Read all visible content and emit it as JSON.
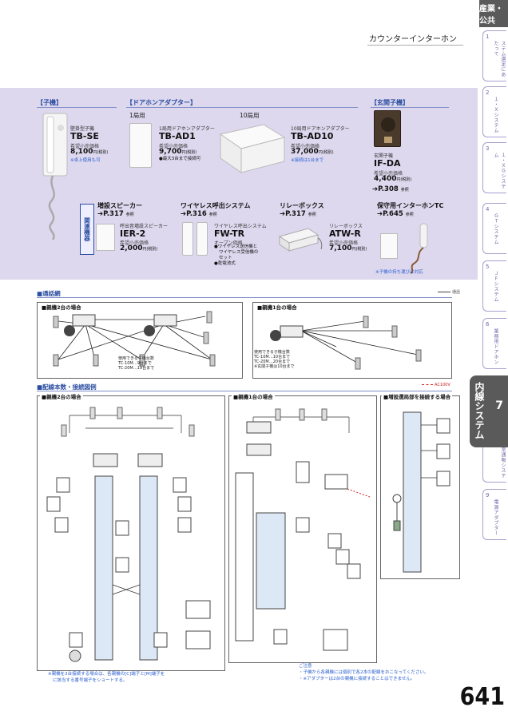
{
  "sidebar": {
    "header": "産業・公共",
    "tabs": [
      {
        "num": "1",
        "label": "インターホンシステム選定にあたって"
      },
      {
        "num": "2",
        "label": "１・Ｘシステム"
      },
      {
        "num": "3",
        "label": "１・ＸＧシステム"
      },
      {
        "num": "4",
        "label": "ＧＴシステム"
      },
      {
        "num": "5",
        "label": "ＪＦシステム"
      },
      {
        "num": "6",
        "label": "業務用ドアホン"
      },
      {
        "num": "8",
        "label": "非常通報システム"
      },
      {
        "num": "9",
        "label": "電源アダプター"
      }
    ],
    "active": {
      "num": "7",
      "label": "内線システム"
    }
  },
  "page_title": "カウンターインターホン",
  "page_number": "641",
  "products": {
    "slave_cat": "【子機】",
    "adapter_cat": "【ドアホンアダプター】",
    "door_cat": "【玄関子機】",
    "adapter_1": "1局用",
    "adapter_10": "10局用",
    "tbse": {
      "name": "壁掛型子機",
      "model": "TB-SE",
      "label": "希望小売価格",
      "price": "8,100",
      "tax": "円(税別)",
      "note": "※卓上使用も可"
    },
    "tbad1": {
      "name": "1局用ドアホンアダプター",
      "model": "TB-AD1",
      "label": "希望小売価格",
      "price": "9,700",
      "tax": "円(税別)",
      "note": "●最大3台まで接続可"
    },
    "tbad10": {
      "name": "10局用ドアホンアダプター",
      "model": "TB-AD10",
      "label": "希望小売価格",
      "price": "37,000",
      "tax": "円(税別)",
      "note": "※接続は1台まで"
    },
    "ifda": {
      "name": "玄関子機",
      "model": "IF-DA",
      "label": "希望小売価格",
      "price": "4,400",
      "tax": "円(税別)",
      "ref": "P.308",
      "ref_suffix": "参照"
    },
    "related": "関連機器",
    "speaker": {
      "title": "増設スピーカー",
      "ref": "P.317",
      "ref_suffix": "参照",
      "name": "呼出音増設スピーカー",
      "model": "IER-2",
      "label": "希望小売価格",
      "price": "2,000",
      "tax": "円(税別)"
    },
    "wireless": {
      "title": "ワイヤレス呼出システム",
      "ref": "P.316",
      "ref_suffix": "参照",
      "name": "ワイヤレス呼出システム",
      "model": "FW-TR",
      "sub": "オープン価格",
      "note1": "●ワイヤレス送信機と",
      "note2": "ワイヤレス受信機の",
      "note3": "セット",
      "note4": "●乾電池式"
    },
    "relay": {
      "title": "リレーボックス",
      "ref": "P.317",
      "ref_suffix": "参照",
      "name": "リレーボックス",
      "model": "ATW-R",
      "label": "希望小売価格",
      "price": "7,100",
      "tax": "円(税別)"
    },
    "hold": {
      "title": "保守用インターホンTC",
      "ref": "P.645",
      "ref_suffix": "参照",
      "note": "※子機の持ち運びに対応"
    }
  },
  "call_network": {
    "title": "■通話網",
    "legend": "通話",
    "left_title": "■親機2台の場合",
    "right_title": "■親機1台の場合",
    "left_note": [
      "使用できる子機台数",
      "TC-10M…9台まで",
      "TC-20M…19台まで"
    ],
    "right_note": [
      "使用できる子機台数",
      "TC-10M…10台まで",
      "TC-20M…20台まで",
      "※玄関子機は10台まで"
    ]
  },
  "wiring": {
    "title": "■配線本数・接続図例",
    "legend": "AC100V",
    "left_title": "■親機2台の場合",
    "mid_title": "■親機1台の場合",
    "right_title": "■増設選局部を接続する場合",
    "left_foot": [
      "※親機を2台接続する場合は、各親機の[C]端子と[M]端子を",
      "に該当する番号端子をショートする。"
    ],
    "mid_foot": [
      "ご注意",
      "・子機から各親機には個別で各2本の配線をおこなってください。",
      "・※アダプターは2台の親機に接続することはできません。"
    ]
  }
}
